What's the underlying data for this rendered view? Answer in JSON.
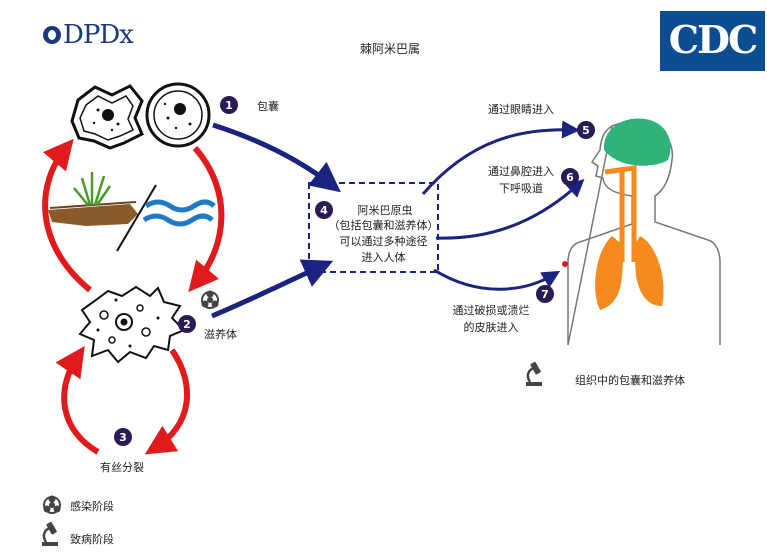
{
  "logos": {
    "left": "DPDx",
    "right": "CDC"
  },
  "title": "棘阿米巴属",
  "steps": {
    "s1": {
      "num": "1",
      "label": "包囊"
    },
    "s2": {
      "num": "2",
      "label": "滋养体"
    },
    "s3": {
      "num": "3",
      "label": "有丝分裂"
    },
    "s4": {
      "num": "4",
      "line1": "阿米巴原虫",
      "line2": "（包括包囊和滋养体）",
      "line3": "可以通过多种途径",
      "line4": "进入人体"
    },
    "s5": {
      "num": "5",
      "label": "通过眼睛进入"
    },
    "s6": {
      "num": "6",
      "line1": "通过鼻腔进入",
      "line2": "下呼吸道"
    },
    "s7": {
      "num": "7",
      "line1": "通过破损或溃烂",
      "line2": "的皮肤进入"
    }
  },
  "tissue_label": "组织中的包囊和滋养体",
  "legend": [
    {
      "icon": "biohazard-icon",
      "label": "感染阶段"
    },
    {
      "icon": "microscope-icon",
      "label": "致病阶段"
    }
  ],
  "colors": {
    "step_circle": "#2a1a55",
    "blue_arrow": "#1a237e",
    "red_arrow": "#e11b1b",
    "brain": "#2fb37a",
    "lungs": "#f58a1f"
  }
}
